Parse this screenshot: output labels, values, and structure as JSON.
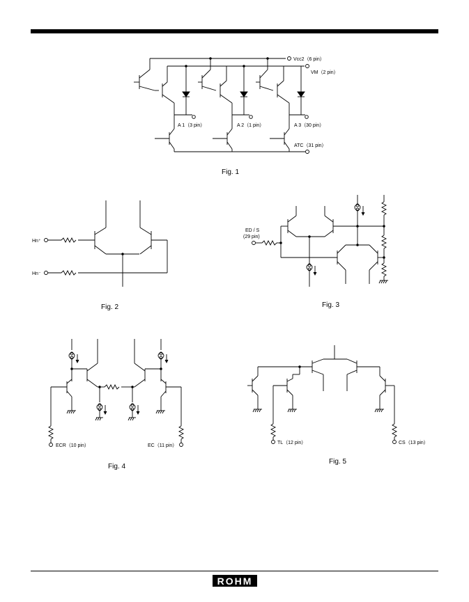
{
  "fig1": {
    "caption": "Fig. 1",
    "vcc2": "Vcc2（6 pin）",
    "vm": "VM（2 pin）",
    "a1": "A 1（3 pin）",
    "a2": "A 2（1 pin）",
    "a3": "A 3（30 pin）",
    "atc": "ATC（31 pin）"
  },
  "fig2": {
    "caption": "Fig. 2",
    "hn_plus": "Hn⁺",
    "hn_minus": "Hn⁻"
  },
  "fig3": {
    "caption": "Fig. 3",
    "eds": "ED / S",
    "eds_pin": "(29 pin)"
  },
  "fig4": {
    "caption": "Fig. 4",
    "ecr": "ECR（10 pin）",
    "ec": "EC（11 pin）"
  },
  "fig5": {
    "caption": "Fig. 5",
    "tl": "TL（12 pin）",
    "cs": "CS（13 pin）"
  },
  "footer": {
    "logo": "ROHM"
  }
}
